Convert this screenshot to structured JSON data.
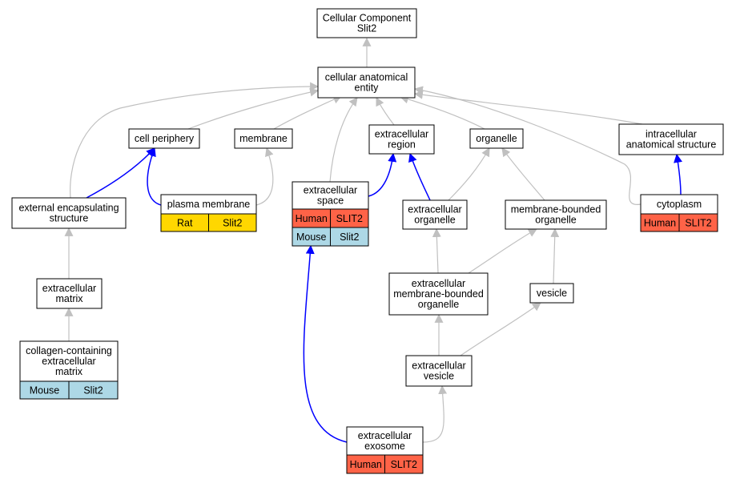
{
  "colors": {
    "edge_gray": "#c0c0c0",
    "edge_blue": "#0000ff",
    "human": "#ff6347",
    "mouse": "#add8e6",
    "rat": "#ffd700"
  },
  "nodes": {
    "root": {
      "lines": [
        "Cellular Component",
        "Slit2"
      ]
    },
    "cae": {
      "lines": [
        "cellular anatomical",
        "entity"
      ]
    },
    "cell_periphery": {
      "lines": [
        "cell periphery"
      ]
    },
    "membrane": {
      "lines": [
        "membrane"
      ]
    },
    "extracellular_region": {
      "lines": [
        "extracellular",
        "region"
      ]
    },
    "organelle": {
      "lines": [
        "organelle"
      ]
    },
    "intracellular": {
      "lines": [
        "intracellular",
        "anatomical structure"
      ]
    },
    "external_enc": {
      "lines": [
        "external encapsulating",
        "structure"
      ]
    },
    "plasma_membrane": {
      "lines": [
        "plasma membrane"
      ],
      "tags": [
        {
          "species": "Rat",
          "gene": "Slit2",
          "color": "rat"
        }
      ]
    },
    "extracellular_space": {
      "lines": [
        "extracellular",
        "space"
      ],
      "tags": [
        {
          "species": "Human",
          "gene": "SLIT2",
          "color": "human"
        },
        {
          "species": "Mouse",
          "gene": "Slit2",
          "color": "mouse"
        }
      ]
    },
    "extracellular_organelle": {
      "lines": [
        "extracellular",
        "organelle"
      ]
    },
    "membrane_bounded": {
      "lines": [
        "membrane-bounded",
        "organelle"
      ]
    },
    "cytoplasm": {
      "lines": [
        "cytoplasm"
      ],
      "tags": [
        {
          "species": "Human",
          "gene": "SLIT2",
          "color": "human"
        }
      ]
    },
    "extracellular_matrix": {
      "lines": [
        "extracellular",
        "matrix"
      ]
    },
    "ec_membrane_bounded": {
      "lines": [
        "extracellular",
        "membrane-bounded",
        "organelle"
      ]
    },
    "vesicle": {
      "lines": [
        "vesicle"
      ]
    },
    "collagen": {
      "lines": [
        "collagen-containing",
        "extracellular",
        "matrix"
      ],
      "tags": [
        {
          "species": "Mouse",
          "gene": "Slit2",
          "color": "mouse"
        }
      ]
    },
    "extracellular_vesicle": {
      "lines": [
        "extracellular",
        "vesicle"
      ]
    },
    "exosome": {
      "lines": [
        "extracellular",
        "exosome"
      ],
      "tags": [
        {
          "species": "Human",
          "gene": "SLIT2",
          "color": "human"
        }
      ]
    }
  },
  "edges": [
    {
      "from": "cae",
      "to": "root",
      "color": "gray"
    },
    {
      "from": "cell_periphery",
      "to": "cae",
      "color": "gray"
    },
    {
      "from": "membrane",
      "to": "cae",
      "color": "gray"
    },
    {
      "from": "extracellular_region",
      "to": "cae",
      "color": "gray"
    },
    {
      "from": "organelle",
      "to": "cae",
      "color": "gray"
    },
    {
      "from": "intracellular",
      "to": "cae",
      "color": "gray"
    },
    {
      "from": "external_enc",
      "to": "cae",
      "color": "gray"
    },
    {
      "from": "extracellular_space",
      "to": "cae",
      "color": "gray"
    },
    {
      "from": "cytoplasm",
      "to": "cae",
      "color": "gray"
    },
    {
      "from": "external_enc",
      "to": "cell_periphery",
      "color": "blue"
    },
    {
      "from": "plasma_membrane",
      "to": "cell_periphery",
      "color": "blue"
    },
    {
      "from": "plasma_membrane",
      "to": "membrane",
      "color": "gray"
    },
    {
      "from": "extracellular_space",
      "to": "extracellular_region",
      "color": "blue"
    },
    {
      "from": "extracellular_organelle",
      "to": "extracellular_region",
      "color": "blue"
    },
    {
      "from": "extracellular_organelle",
      "to": "organelle",
      "color": "gray"
    },
    {
      "from": "membrane_bounded",
      "to": "organelle",
      "color": "gray"
    },
    {
      "from": "cytoplasm",
      "to": "intracellular",
      "color": "blue"
    },
    {
      "from": "extracellular_matrix",
      "to": "external_enc",
      "color": "gray"
    },
    {
      "from": "collagen",
      "to": "extracellular_matrix",
      "color": "gray"
    },
    {
      "from": "ec_membrane_bounded",
      "to": "extracellular_organelle",
      "color": "gray"
    },
    {
      "from": "ec_membrane_bounded",
      "to": "membrane_bounded",
      "color": "gray"
    },
    {
      "from": "vesicle",
      "to": "membrane_bounded",
      "color": "gray"
    },
    {
      "from": "extracellular_vesicle",
      "to": "ec_membrane_bounded",
      "color": "gray"
    },
    {
      "from": "extracellular_vesicle",
      "to": "vesicle",
      "color": "gray"
    },
    {
      "from": "exosome",
      "to": "extracellular_vesicle",
      "color": "gray"
    },
    {
      "from": "exosome",
      "to": "extracellular_space",
      "color": "blue"
    }
  ]
}
